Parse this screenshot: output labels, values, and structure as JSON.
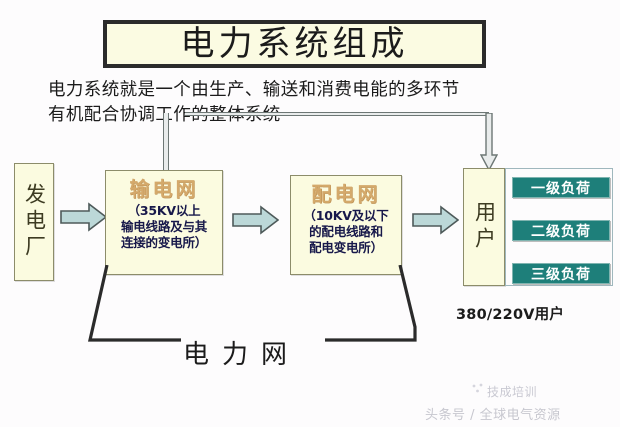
{
  "title": {
    "text": "电力系统组成"
  },
  "subtitle": {
    "line1": "电力系统就是一个由生产、输送和消费电能的多环节",
    "line2": "有机配合协调工作的整体系统"
  },
  "nodes": {
    "power_plant": {
      "label": "发电厂"
    },
    "transmission": {
      "label": "输电网",
      "detail_line1": "（35KV以上",
      "detail_line2": "输电线路及与其",
      "detail_line3": "连接的变电所）"
    },
    "distribution": {
      "label": "配电网",
      "detail_line1": "（10KV及以下",
      "detail_line2": "的配电线路和",
      "detail_line3": "配电变电所）"
    },
    "user": {
      "label": "用户",
      "voltage_note": "380/220V用户"
    }
  },
  "loads": [
    {
      "label": "一级负荷"
    },
    {
      "label": "二级负荷"
    },
    {
      "label": "三级负荷"
    }
  ],
  "grid_bracket": {
    "label": "电力网"
  },
  "watermark": {
    "logo_text": "技成培训",
    "bottom_text": "头条号 / 全球电气资源"
  },
  "colors": {
    "box_fill": "#fbfbe0",
    "box_border": "#8c8c6a",
    "title_fill": "#fbfbe2",
    "title_border": "#2b2b2b",
    "node_head": "#d4a96b",
    "node_sub": "#17184a",
    "load_fill": "#1e7f7a",
    "arrow_fill": "#bcd8d8",
    "arrow_border": "#4e5a5a",
    "line": "#2b2b2b"
  }
}
